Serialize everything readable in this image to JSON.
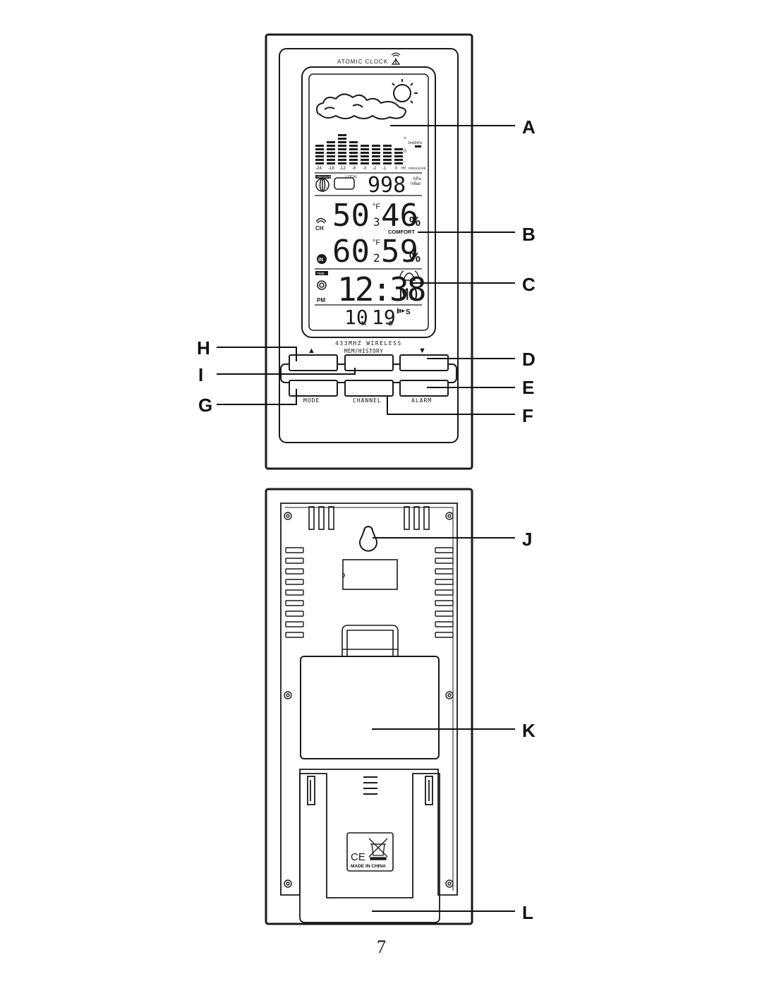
{
  "front": {
    "top_label": "ATOMIC CLOCK",
    "lcd": {
      "bar_axis": [
        "-24",
        "-18",
        "-12",
        "-6",
        "-3",
        "-2",
        "-1",
        "0",
        "Hr"
      ],
      "pressure_scale": [
        "+",
        "0",
        "-"
      ],
      "pressure_unit_small": "2mb/hPa",
      "pressure_caption": "PRESSURE",
      "pressure_badge": "PRESSURE",
      "local_label": "LOCAL",
      "pressure_value": "998",
      "pressure_unit_top": "hPa",
      "pressure_unit_bottom": "mBar",
      "outdoor_temp": "50",
      "outdoor_temp_decimal": "3",
      "temp_unit": "°F",
      "outdoor_humidity": "46",
      "percent": "%",
      "channel_label": "CH",
      "comfort": "COMFORT",
      "indoor_temp": "60",
      "indoor_temp_decimal": "2",
      "indoor_humidity": "59",
      "indoor_badge": "IN",
      "time_badge": "TIME",
      "pm": "PM",
      "time": "12:38",
      "weekday": "MO",
      "month": "10",
      "month_suffix": "M",
      "day": "19",
      "day_suffix": "D",
      "seconds_indicator": "S"
    },
    "wireless_label": "433MHZ WIRELESS",
    "buttons": {
      "up": "▲",
      "mem": "MEM/HISTORY",
      "down": "▼",
      "mode": "MODE",
      "channel": "CHANNEL",
      "alarm": "ALARM"
    }
  },
  "back": {
    "made_in": "MADE IN CHINA",
    "ce_mark": "CE"
  },
  "callouts": [
    "A",
    "B",
    "C",
    "D",
    "E",
    "F",
    "G",
    "H",
    "I",
    "J",
    "K",
    "L"
  ],
  "page_number": "7"
}
